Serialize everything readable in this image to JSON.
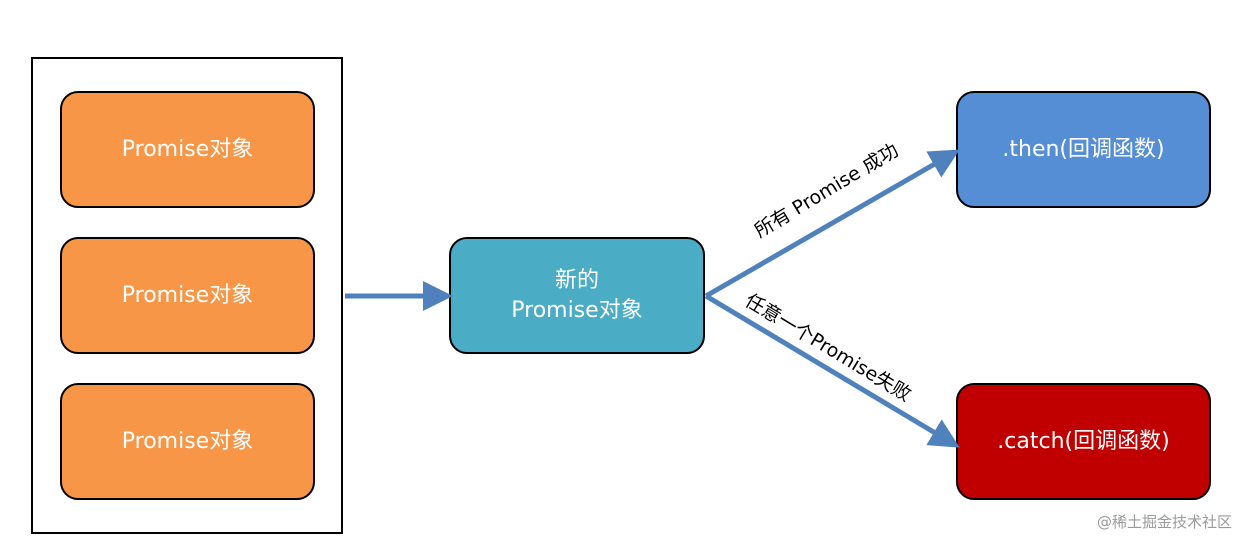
{
  "colors": {
    "promise_box": "#f79646",
    "combined_box": "#4bacc6",
    "then_box": "#558ed5",
    "catch_box": "#c00000",
    "arrow": "#4f81bd"
  },
  "inputs": {
    "promise_1": "Promise对象",
    "promise_2": "Promise对象",
    "promise_3": "Promise对象"
  },
  "combined": {
    "line1": "新的",
    "line2": "Promise对象"
  },
  "outputs": {
    "then": ".then(回调函数)",
    "catch": ".catch(回调函数)"
  },
  "edges": {
    "success": "所有 Promise 成功",
    "failure": "任意一个Promise失败"
  },
  "watermark": "@稀土掘金技术社区"
}
